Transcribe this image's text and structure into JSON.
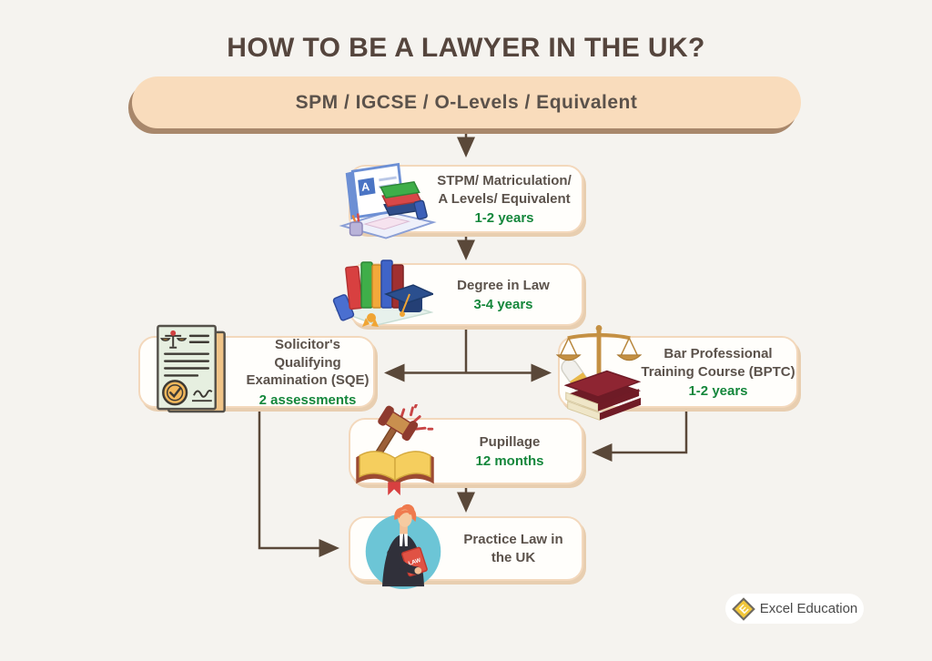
{
  "page": {
    "title": "HOW TO BE A LAWYER IN THE UK?"
  },
  "banner": {
    "label": "SPM / IGCSE / O-Levels / Equivalent"
  },
  "nodes": {
    "stpm": {
      "title": "STPM/ Matriculation/\nA Levels/ Equivalent",
      "duration": "1-2 years",
      "icon": "laptop-and-books-icon"
    },
    "degree": {
      "title": "Degree in Law",
      "duration": "3-4 years",
      "icon": "books-and-graduation-cap-icon"
    },
    "sqe": {
      "title": "Solicitor's Qualifying\nExamination (SQE)",
      "duration": "2 assessments",
      "icon": "legal-document-icon"
    },
    "bptc": {
      "title": "Bar Professional\nTraining Course (BPTC)",
      "duration": "1-2 years",
      "icon": "scales-and-law-books-icon"
    },
    "pupillage": {
      "title": "Pupillage",
      "duration": "12 months",
      "icon": "gavel-and-open-book-icon"
    },
    "practice": {
      "title": "Practice Law in\nthe UK",
      "icon": "lawyer-portrait-icon"
    }
  },
  "edges": [
    {
      "from": "spm-banner",
      "to": "stpm"
    },
    {
      "from": "stpm",
      "to": "degree"
    },
    {
      "from": "degree",
      "to": "sqe"
    },
    {
      "from": "degree",
      "to": "bptc"
    },
    {
      "from": "bptc",
      "to": "pupillage"
    },
    {
      "from": "pupillage",
      "to": "practice"
    },
    {
      "from": "sqe",
      "to": "practice"
    }
  ],
  "footer": {
    "brand": "Excel Education",
    "logo_icon": "diamond-e-icon"
  },
  "colors": {
    "background": "#f5f3ef",
    "banner_fill": "#f9dcbc",
    "banner_shadow": "#a8876b",
    "box_fill": "#fffefb",
    "box_border": "#f3d8bc",
    "box_shadow": "#e8ceb0",
    "text_dark": "#5b524b",
    "duration_green": "#15873c",
    "arrow": "#5a4839",
    "title": "#55453d",
    "logo_yellow": "#f2c73b"
  }
}
